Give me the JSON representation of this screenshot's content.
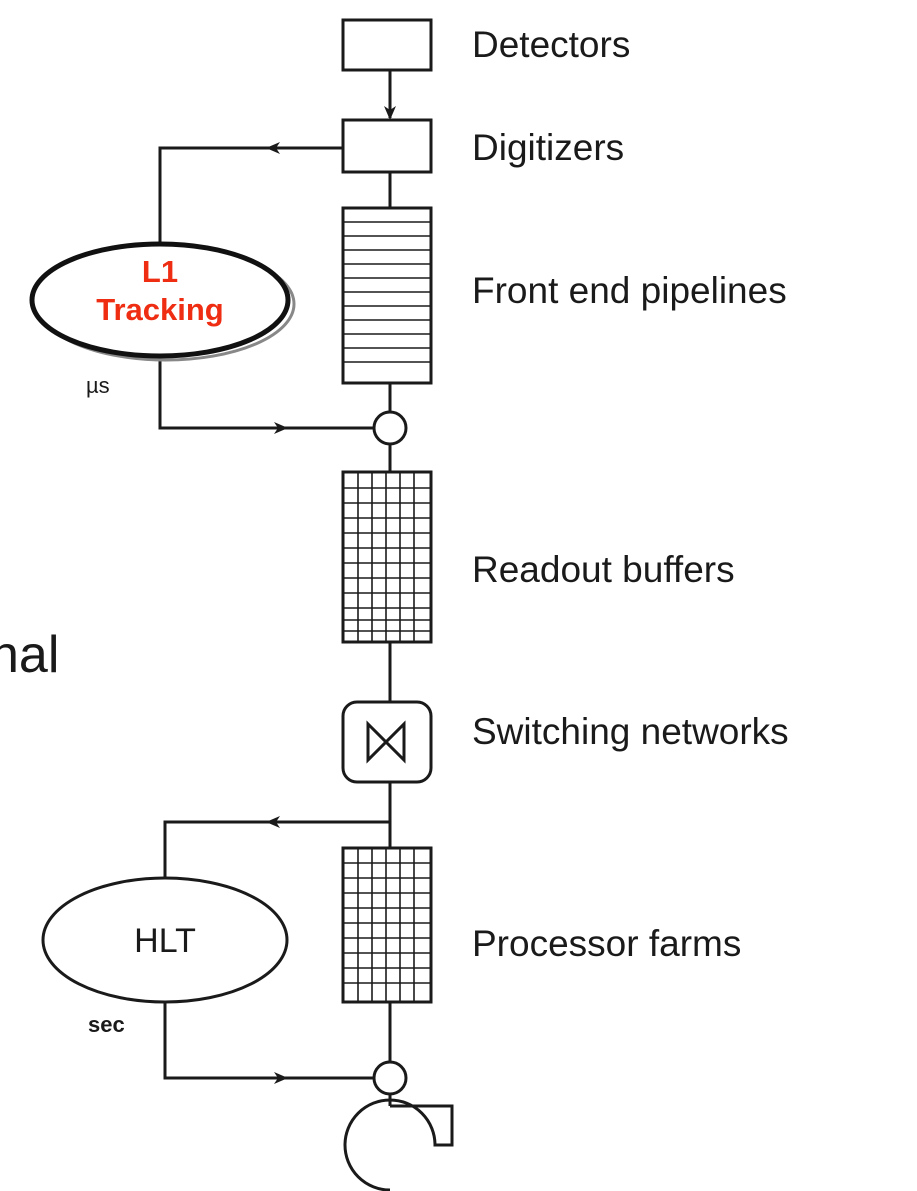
{
  "labels": {
    "detectors": "Detectors",
    "digitizers": "Digitizers",
    "front_end_pipelines": "Front end pipelines",
    "readout_buffers": "Readout buffers",
    "switching_networks": "Switching networks",
    "processor_farms": "Processor farms",
    "partial_left_text": "nal"
  },
  "l1_trigger": {
    "line1": "L1",
    "line2": "Tracking",
    "latency": "µs",
    "color": "#ee2d12"
  },
  "hlt_trigger": {
    "label": "HLT",
    "latency": "sec"
  },
  "colors": {
    "stroke": "#1a1a1a",
    "background": "#ffffff"
  }
}
